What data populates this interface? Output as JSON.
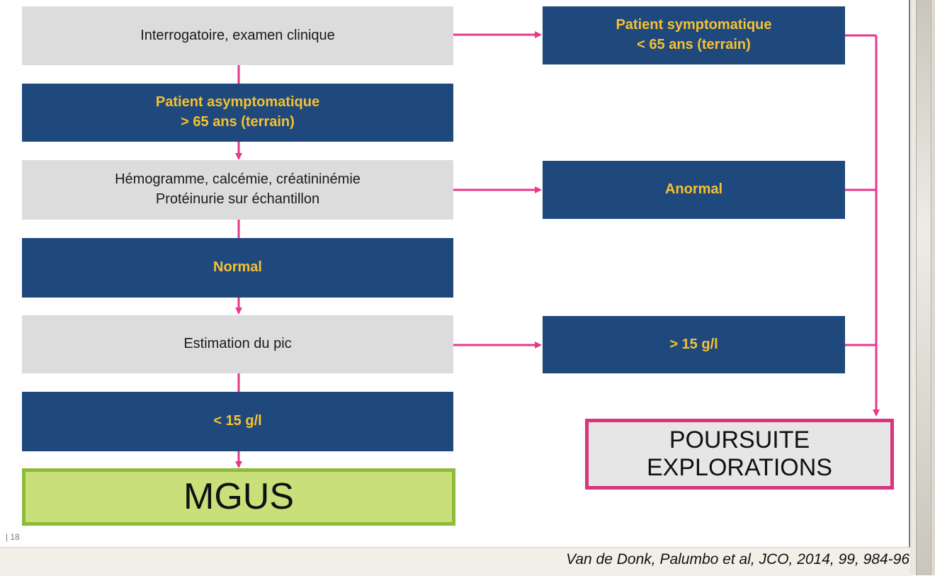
{
  "boxes": {
    "b1": "Interrogatoire, examen clinique",
    "b2": "Patient asymptomatique\n> 65 ans (terrain)",
    "b3": "Hémogramme, calcémie, créatininémie\nProtéinurie sur échantillon",
    "b4": "Normal",
    "b5": "Estimation du pic",
    "b6": "< 15 g/l",
    "b7": "MGUS",
    "r1": "Patient symptomatique\n< 65 ans (terrain)",
    "r2": "Anormal",
    "r3": "> 15 g/l",
    "r4": "POURSUITE\nEXPLORATIONS"
  },
  "slide_number": "| 18",
  "citation": "Van de Donk, Palumbo et al, JCO, 2014, 99, 984-96",
  "colors": {
    "connector": "#e8378c",
    "box_navy": "#1f497d",
    "text_yellow": "#f6c12f",
    "box_gray": "#dcdcdc",
    "mgus_fill": "#c9e07a",
    "mgus_border": "#8dbb3a",
    "poursuite_border": "#d9347f"
  }
}
